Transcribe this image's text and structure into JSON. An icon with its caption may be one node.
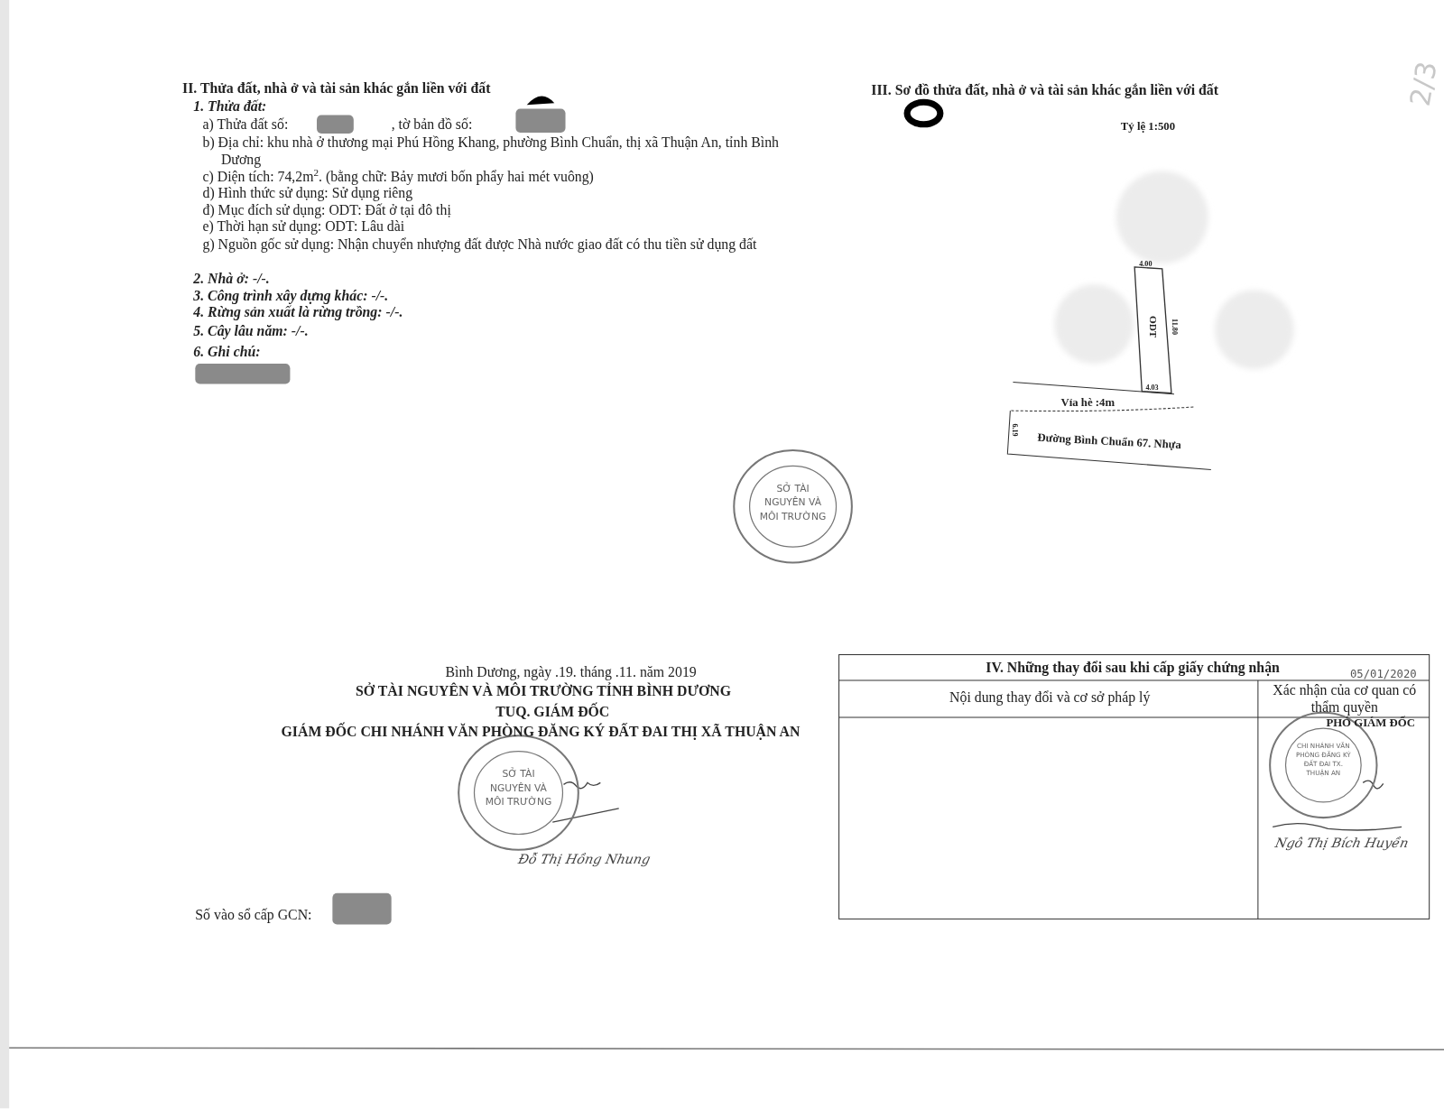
{
  "diagram": {
    "nodes": [
      {
        "text": [
          "ODT"
        ]
      },
      {
        "text": [
          "SỞ TÀI NGUYÊN VÀ MÔI TRƯỜNG"
        ]
      },
      {
        "text": [
          "SỞ TÀI NGUYÊN VÀ MÔI TRƯỜNG"
        ]
      },
      {
        "text": [
          "CHI NHÁNH VĂN PHÒNG ĐĂNG KÝ ĐẤT ĐAI TX. THUẬN AN"
        ]
      }
    ],
    "edges": [],
    "labels": [
      "II. Thửa đất, nhà ở và tài sản khác gắn liền với đất",
      "1. Thửa đất:",
      "a) Thửa đất số:",
      ", tờ bản đồ số:",
      "b) Địa chỉ: khu nhà ở thương mại Phú Hồng Khang, phường Bình Chuẩn, thị xã Thuận An, tỉnh Bình Dương",
      "c) Diện tích: 74,2m$^{2}$. (bằng chữ: Bảy mươi bốn phẩy hai mét vuông)",
      "d) Hình thức sử dụng: Sử dụng riêng",
      "đ) Mục đích sử dụng: ODT: Đất ở tại đô thị",
      "e) Thời hạn sử dụng: ODT: Lâu dài",
      "g) Nguồn gốc sử dụng: Nhận chuyển nhượng đất được Nhà nước giao đất có thu tiền sử dụng đất",
      "2. Nhà ở: -/-.",
      "3. Công trình xây dựng khác: -/-.",
      "4. Rừng sản xuất là rừng trồng: -/-.",
      "5. Cây lâu năm: -/-.",
      "6. Ghi chú:",
      "III. Sơ đồ thửa đất, nhà ở và tài sản khác gắn liền với đất",
      "Tỷ lệ 1:500",
      "2/3",
      "4.00",
      "11.80",
      "4.03",
      "Vỉa hè :4m",
      "6.19",
      "Đường Bình Chuẩn 67. Nhựa",
      "Bình Dương, ngày .19. tháng .11. năm 2019",
      "SỞ TÀI NGUYÊN VÀ MÔI TRƯỜNG TỈNH BÌNH DƯƠNG",
      "TUQ. GIÁM ĐỐC",
      "GIÁM ĐỐC CHI NHÁNH VĂN PHÒNG ĐĂNG KÝ ĐẤT ĐAI THỊ XÃ THUẬN AN",
      "Đỗ Thị Hồng Nhung",
      "Số vào sổ cấp GCN:",
      "IV. Những thay đổi sau khi cấp giấy chứng nhận",
      "Nội dung thay đổi và cơ sở pháp lý",
      "Xác nhận của cơ quan có thẩm quyền",
      "05/01/2020",
      "PHÓ GIÁM ĐỐC",
      "Ngô Thị Bích Huyền"
    ]
  }
}
